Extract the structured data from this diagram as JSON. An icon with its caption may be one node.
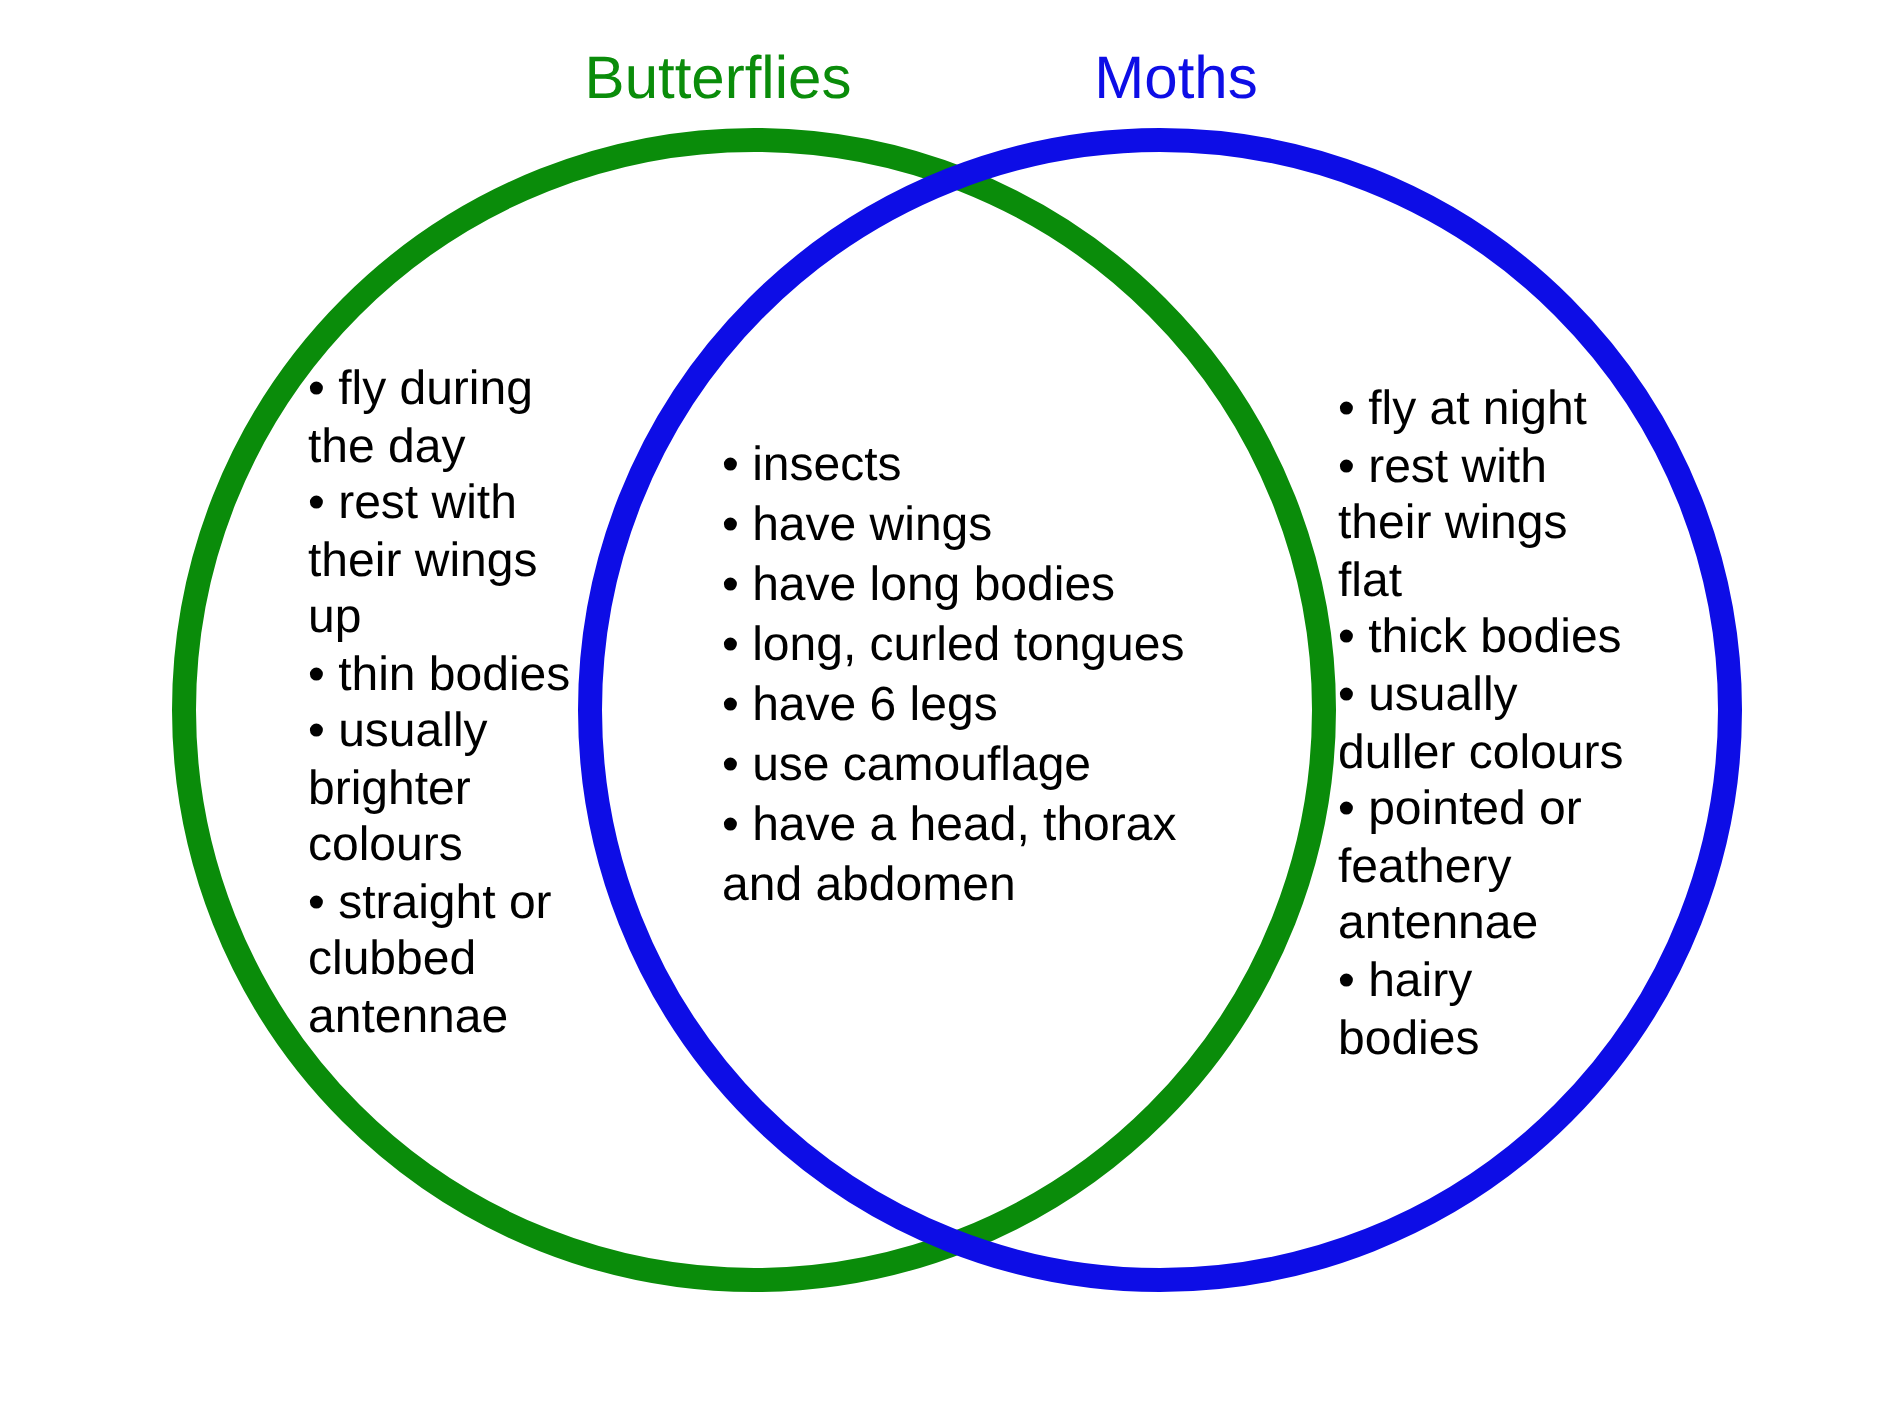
{
  "diagram": {
    "nodes": [
      {
        "text": [
          "Butterflies",
          "• fly during the day",
          "• rest with their wings up",
          "• thin bodies",
          "• usually brighter colours",
          "• straight or clubbed antennae"
        ]
      },
      {
        "text": [
          "Moths",
          "• fly at night",
          "• rest with their wings flat",
          "• thick bodies",
          "• usually duller colours",
          "• pointed or feathery antennae",
          "• hairy bodies"
        ]
      }
    ],
    "labels": [
      "• insects",
      "• have wings",
      "• have long bodies",
      "• long, curled tongues",
      "• have 6 legs",
      "• use camouflage",
      "• have a head, thorax and abdomen"
    ]
  }
}
